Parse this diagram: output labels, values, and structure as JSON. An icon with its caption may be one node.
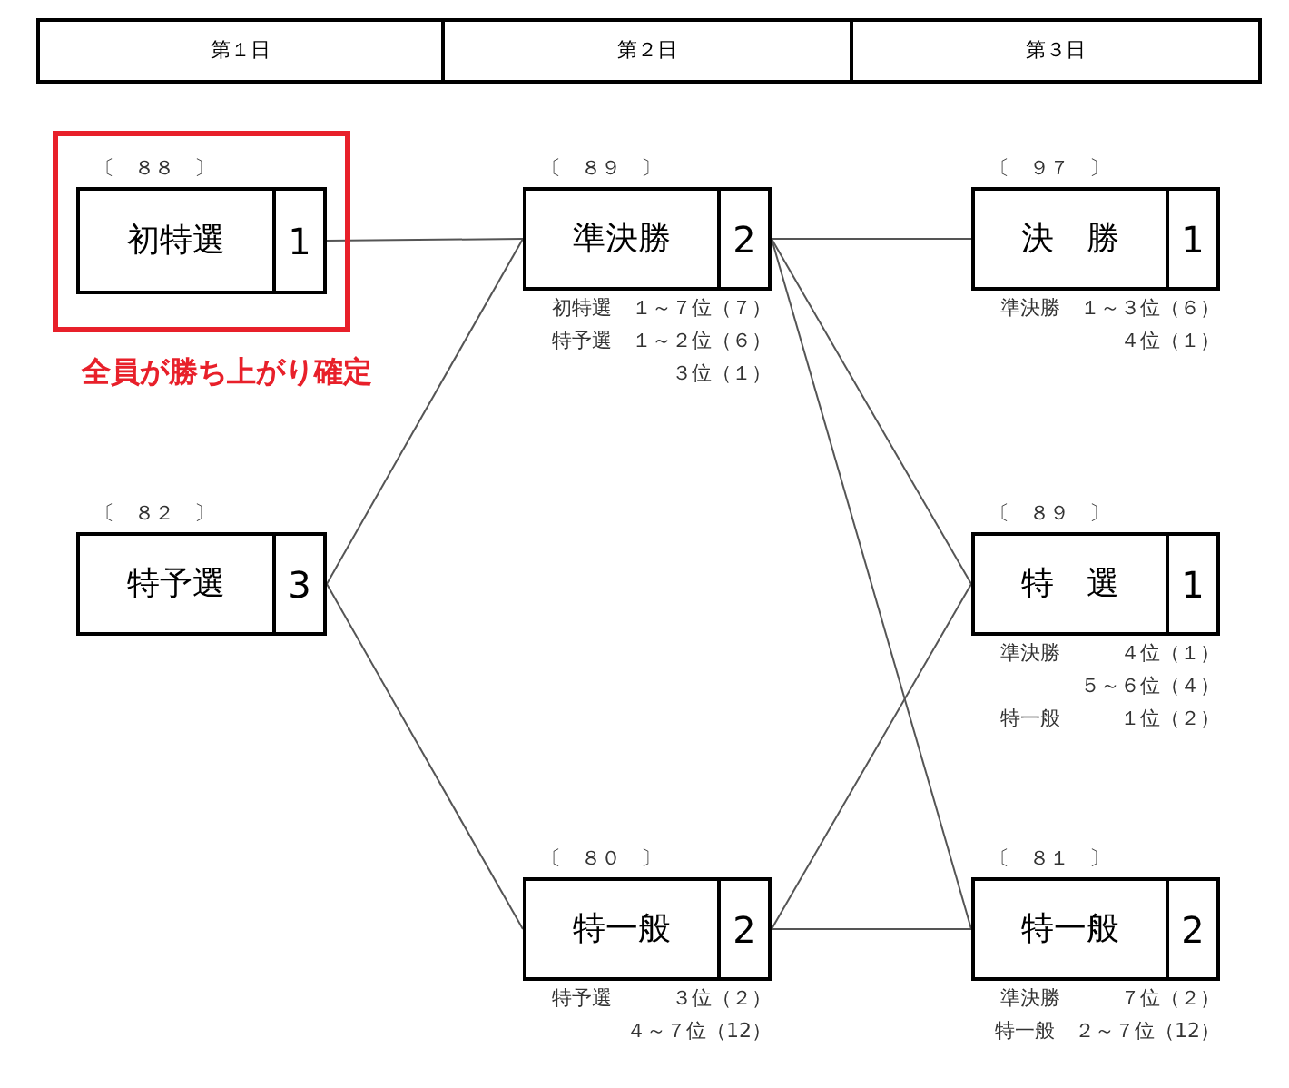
{
  "diagram": {
    "nodes": [
      {
        "text": [
          "第１日"
        ]
      },
      {
        "text": [
          "第２日"
        ]
      },
      {
        "text": [
          "第３日"
        ]
      },
      {
        "text": [],
        "shape": "box"
      },
      {
        "text": [
          "初特選",
          "1"
        ],
        "in": 3,
        "beside": [
          "〔　８８　〕"
        ]
      },
      {
        "text": [
          "特予選",
          "3"
        ],
        "beside": [
          "〔　８２　〕"
        ]
      },
      {
        "text": [
          "準決勝",
          "2"
        ],
        "beside": [
          "〔　８９　〕",
          "初特選　１～７位（７）",
          "特予選　１～２位（６）",
          "３位（１）"
        ]
      },
      {
        "text": [
          "特一般",
          "2"
        ],
        "beside": [
          "〔　８０　〕",
          "特予選　　　３位（２）",
          "４～７位（12）"
        ]
      },
      {
        "text": [
          "決　勝",
          "1"
        ],
        "beside": [
          "〔　９７　〕",
          "準決勝　１～３位（６）",
          "４位（１）"
        ]
      },
      {
        "text": [
          "特　選",
          "1"
        ],
        "beside": [
          "〔　８９　〕",
          "準決勝　　　４位（１）",
          "５～６位（４）",
          "特一般　　　１位（２）"
        ]
      },
      {
        "text": [
          "特一般",
          "2"
        ],
        "beside": [
          "〔　８１　〕",
          "準決勝　　　７位（２）",
          "特一般　２～７位（12）"
        ]
      }
    ],
    "edges": [
      {
        "from": 4,
        "to": 6,
        "arrow": "none"
      },
      {
        "from": 5,
        "to": 6,
        "arrow": "none"
      },
      {
        "from": 5,
        "to": 7,
        "arrow": "none"
      },
      {
        "from": 6,
        "to": 8,
        "arrow": "none"
      },
      {
        "from": 6,
        "to": 9,
        "arrow": "none"
      },
      {
        "from": 6,
        "to": 10,
        "arrow": "none"
      },
      {
        "from": 7,
        "to": 9,
        "arrow": "none"
      },
      {
        "from": 7,
        "to": 10,
        "arrow": "none"
      }
    ],
    "labels": [
      "全員が勝ち上がり確定"
    ]
  }
}
